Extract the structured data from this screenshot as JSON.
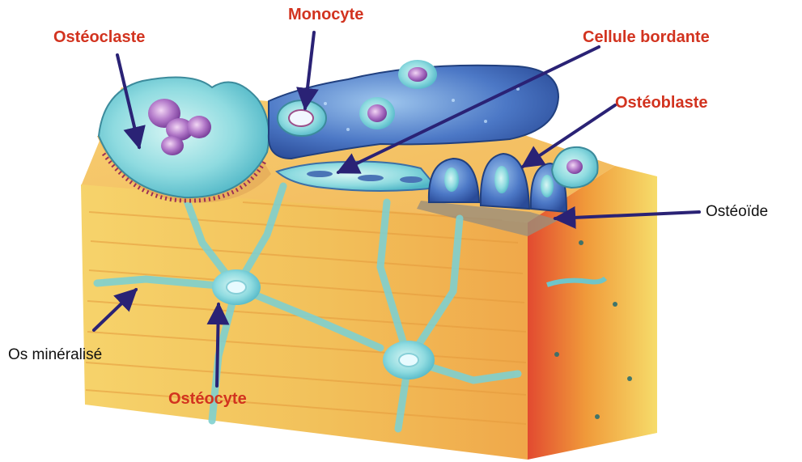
{
  "colors": {
    "primary_label": "#d2331f",
    "secondary_label": "#111111",
    "arrow": "#2a2275",
    "bone_light": "#f5d06a",
    "bone_orange": "#ef9a3a",
    "bone_red": "#e2563a",
    "cell_cyan": "#7ed6db",
    "cell_blue": "#3d64b5",
    "nucleus": "#7a3fa0"
  },
  "labels": {
    "osteoclaste": "Ostéoclaste",
    "monocyte": "Monocyte",
    "cellule_bordante": "Cellule bordante",
    "osteoblaste": "Ostéoblaste",
    "osteoide": "Ostéoïde",
    "os_mineralise": "Os minéralisé",
    "osteocyte": "Ostéocyte"
  }
}
